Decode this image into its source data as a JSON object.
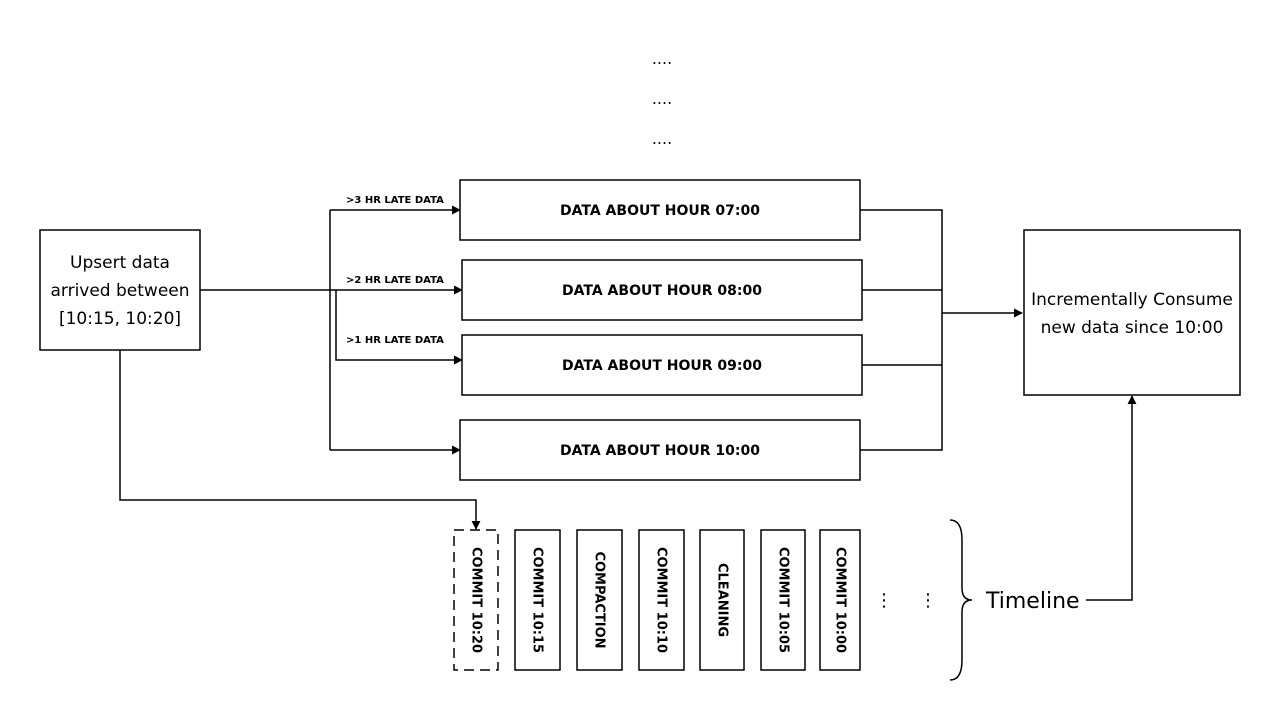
{
  "continuation_dots": [
    "....",
    "....",
    "...."
  ],
  "source_box": {
    "lines": [
      "Upsert data",
      "arrived between",
      "[10:15, 10:20]"
    ]
  },
  "late_labels": {
    "hr3": ">3 HR LATE DATA",
    "hr2": ">2 HR LATE DATA",
    "hr1": ">1 HR LATE DATA"
  },
  "partitions": [
    "DATA ABOUT HOUR 07:00",
    "DATA ABOUT HOUR 08:00",
    "DATA ABOUT HOUR 09:00",
    "DATA ABOUT HOUR 10:00"
  ],
  "consumer_box": {
    "lines": [
      "Incrementally Consume",
      "new data since 10:00"
    ]
  },
  "timeline": {
    "label": "Timeline",
    "instants": [
      {
        "text": "COMMIT 10:20",
        "pending": true
      },
      {
        "text": "COMMIT 10:15",
        "pending": false
      },
      {
        "text": "COMPACTION",
        "pending": false
      },
      {
        "text": "COMMIT 10:10",
        "pending": false
      },
      {
        "text": "CLEANING",
        "pending": false
      },
      {
        "text": "COMMIT 10:05",
        "pending": false
      },
      {
        "text": "COMMIT 10:00",
        "pending": false
      }
    ],
    "ellipsis": [
      "⋮",
      "⋮"
    ]
  }
}
